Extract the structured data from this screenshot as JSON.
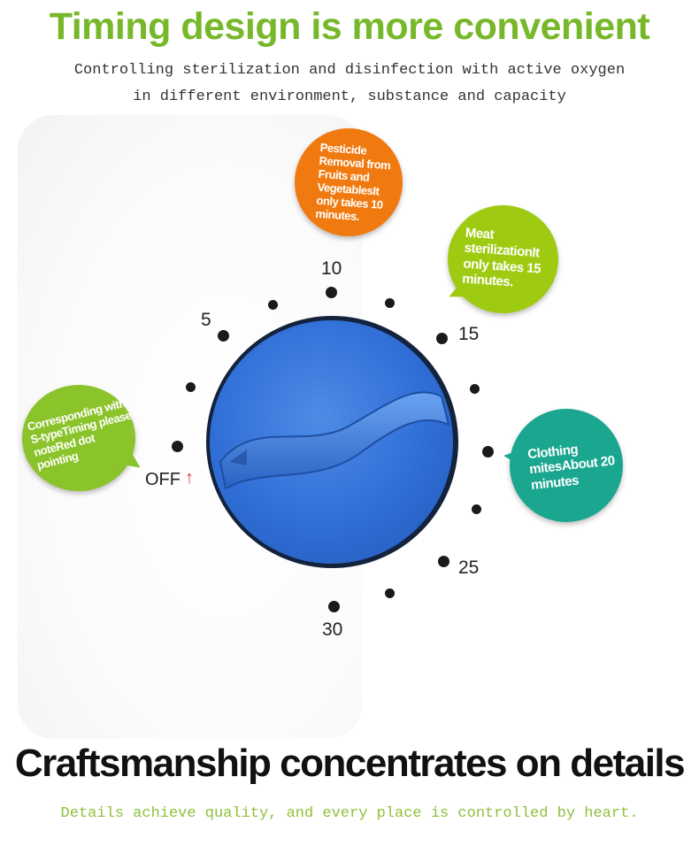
{
  "header": {
    "title": "Timing design is more convenient",
    "subtitle_line1": "Controlling sterilization and disinfection with active oxygen",
    "subtitle_line2": "in different environment, substance and capacity"
  },
  "dial": {
    "labels": {
      "off": "OFF",
      "five": "5",
      "ten": "10",
      "fifteen": "15",
      "twentyfive": "25",
      "thirty": "30"
    },
    "arrow_glyph": "↑"
  },
  "bubbles": {
    "pesticide": "Pesticide Removal from Fruits and VegetablesIt only takes 10 minutes.",
    "meat": "Meat sterilizationIt only takes 15 minutes.",
    "corresponding": "Corresponding with S-typeTiming please noteRed dot pointing",
    "clothing": "Clothing mitesAbout 20 minutes"
  },
  "footer": {
    "title": "Craftsmanship concentrates on details",
    "subtitle": "Details achieve quality, and every place is controlled by heart."
  },
  "colors": {
    "headline_green": "#77b82a",
    "knob_blue": "#2f6ed6",
    "orange_bubble": "#f07a10",
    "lime_bubble": "#9ecb12",
    "teal_bubble": "#1aa68f",
    "off_arrow_red": "#d93a3a"
  }
}
